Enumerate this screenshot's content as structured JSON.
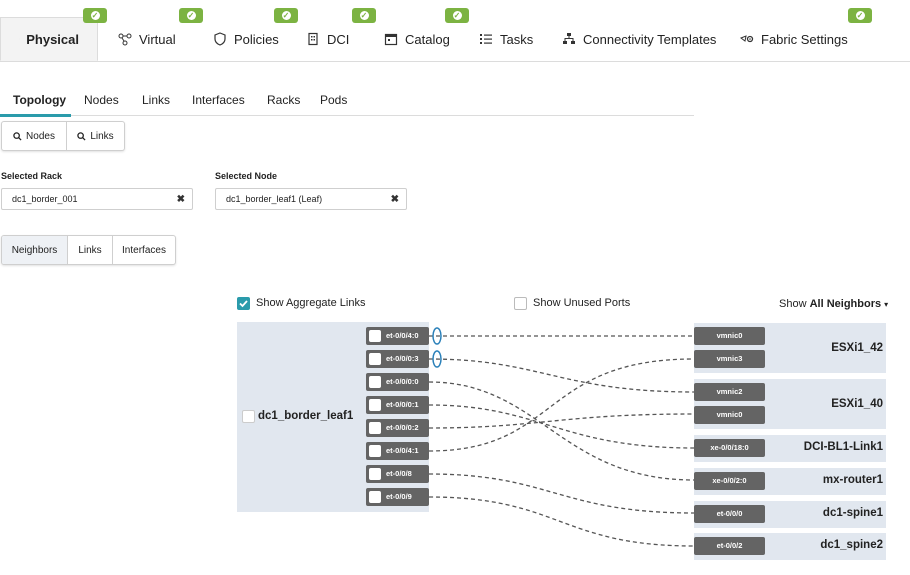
{
  "nav_tabs": [
    {
      "label": "Physical",
      "icon": "list-icon",
      "active": true
    },
    {
      "label": "Virtual",
      "icon": "network-icon",
      "active": false
    },
    {
      "label": "Policies",
      "icon": "shield-icon",
      "active": false
    },
    {
      "label": "DCI",
      "icon": "building-icon",
      "active": false
    },
    {
      "label": "Catalog",
      "icon": "calendar-icon",
      "active": false
    },
    {
      "label": "Tasks",
      "icon": "task-list-icon",
      "active": false
    },
    {
      "label": "Connectivity Templates",
      "icon": "hierarchy-icon",
      "active": false
    },
    {
      "label": "Fabric Settings",
      "icon": "gear-icon",
      "active": false
    }
  ],
  "status_color": "#7cb342",
  "sub_tabs": [
    "Topology",
    "Nodes",
    "Links",
    "Interfaces",
    "Racks",
    "Pods"
  ],
  "search_buttons": {
    "nodes": "Nodes",
    "links": "Links"
  },
  "selected_rack": {
    "label": "Selected Rack",
    "value": "dc1_border_001"
  },
  "selected_node": {
    "label": "Selected Node",
    "value": "dc1_border_leaf1 (Leaf)"
  },
  "view_buttons": [
    "Neighbors",
    "Links",
    "Interfaces"
  ],
  "options": {
    "show_aggregate_links": "Show Aggregate Links",
    "show_unused_ports": "Show Unused Ports",
    "show_prefix": "Show",
    "show_value": "All Neighbors"
  },
  "accent_color": "#2a9bab",
  "left_node": "dc1_border_leaf1",
  "left_ports": [
    "et-0/0/4:0",
    "et-0/0/0:3",
    "et-0/0/0:0",
    "et-0/0/0:1",
    "et-0/0/0:2",
    "et-0/0/4:1",
    "et-0/0/8",
    "et-0/0/9"
  ],
  "right_nodes": [
    {
      "name": "ESXi1_42",
      "ports": [
        "vmnic0",
        "vmnic3"
      ]
    },
    {
      "name": "ESXi1_40",
      "ports": [
        "vmnic2",
        "vmnic0"
      ]
    },
    {
      "name": "DCI-BL1-Link1",
      "ports": [
        "xe-0/0/18:0"
      ]
    },
    {
      "name": "mx-router1",
      "ports": [
        "xe-0/0/2:0"
      ]
    },
    {
      "name": "dc1-spine1",
      "ports": [
        "et-0/0/0"
      ]
    },
    {
      "name": "dc1_spine2",
      "ports": [
        "et-0/0/2"
      ]
    }
  ]
}
